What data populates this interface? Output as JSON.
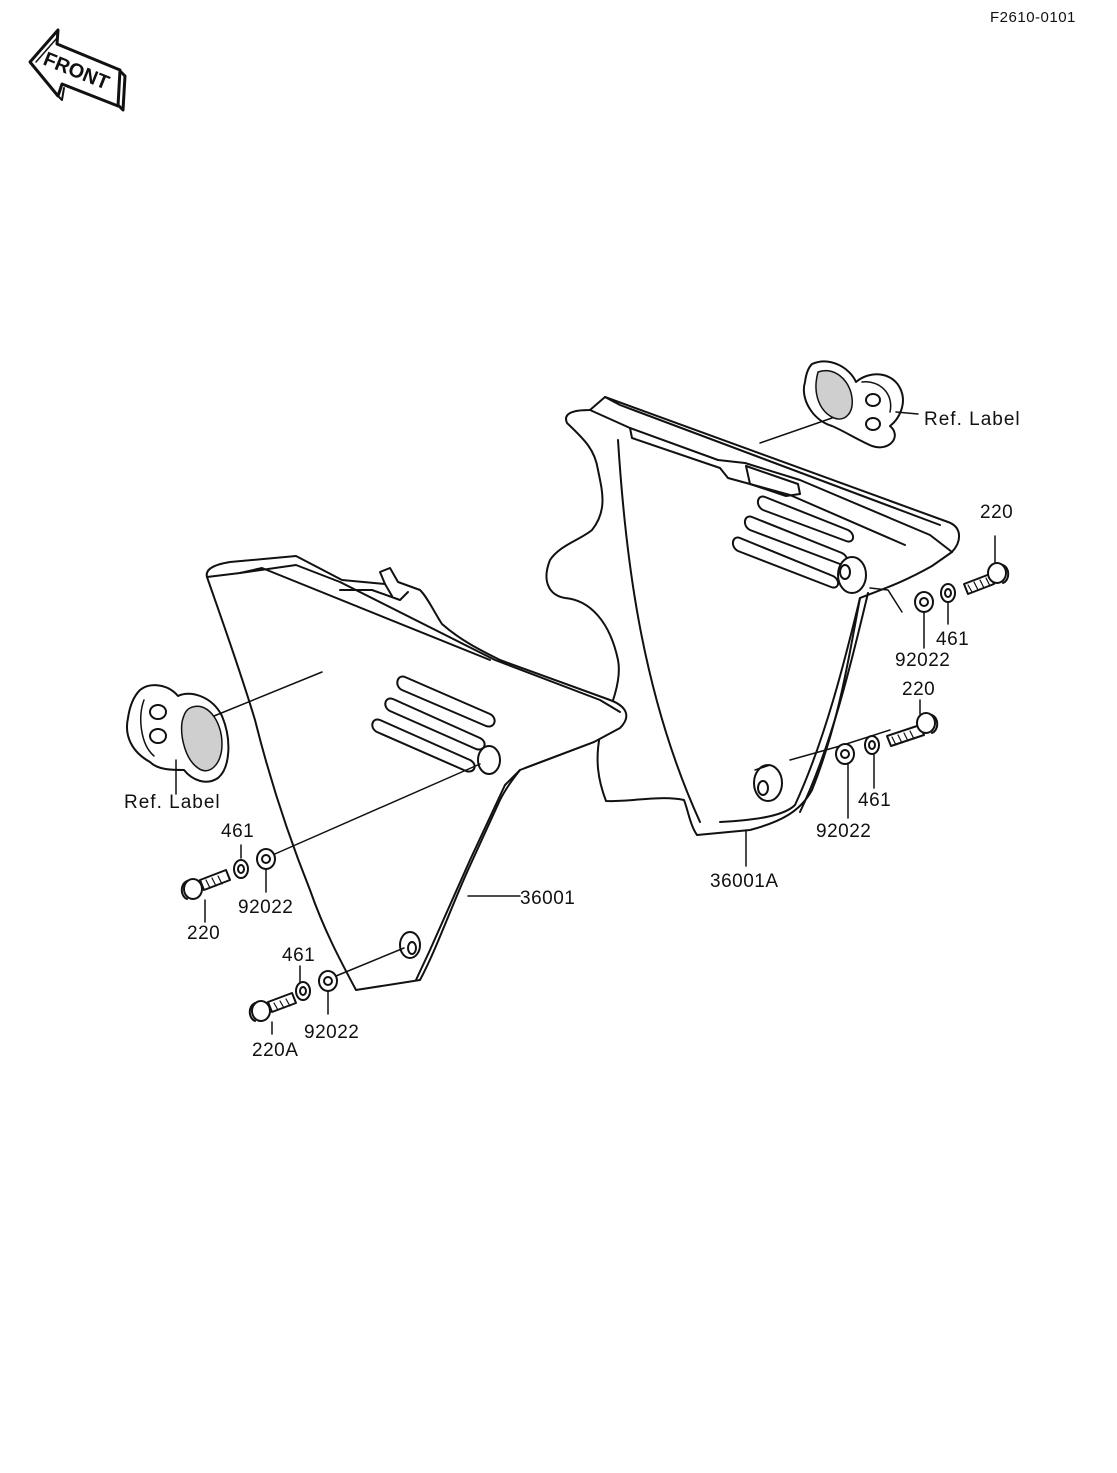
{
  "figure_code": "F2610-0101",
  "front_arrow_text": "FRONT",
  "labels": {
    "ref_label_right": "Ref.  Label",
    "ref_label_left": "Ref.  Label",
    "right_220_top": "220",
    "right_92022_top": "92022",
    "right_461_top": "461",
    "right_220_mid": "220",
    "right_92022_mid": "92022",
    "right_461_mid": "461",
    "part_36001A": "36001A",
    "part_36001": "36001",
    "left_461_top": "461",
    "left_92022_top": "92022",
    "left_220_top": "220",
    "left_461_bottom": "461",
    "left_92022_bottom": "92022",
    "left_220A": "220A"
  },
  "colors": {
    "ink": "#111111",
    "paper": "#ffffff",
    "shade": "#bdbdbd"
  }
}
